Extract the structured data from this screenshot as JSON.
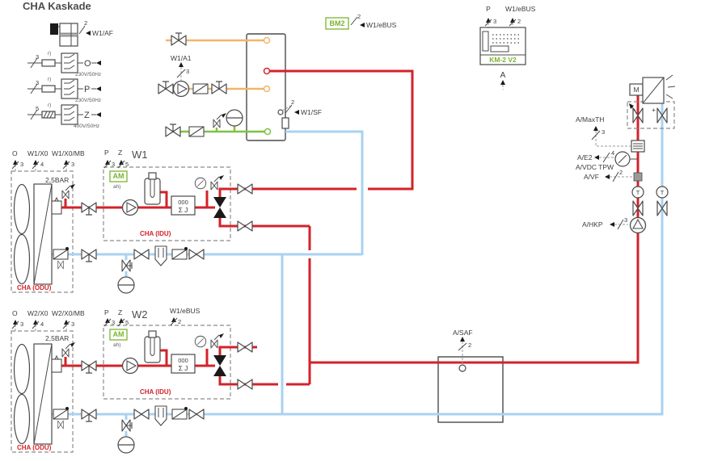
{
  "title": "CHA Kaskade",
  "w1af": {
    "label": "W1/AF",
    "wires": "2"
  },
  "power": [
    {
      "wires": "3",
      "note": "r)",
      "label": "O",
      "voltage": "230V/50Hz"
    },
    {
      "wires": "3",
      "note": "r)",
      "label": "P",
      "voltage": "230V/50Hz"
    },
    {
      "wires": "5",
      "note": "r)",
      "label": "Z",
      "voltage": "400V/50Hz"
    }
  ],
  "bm2": {
    "label": "BM2",
    "wires": "2",
    "bus": "W1/eBUS"
  },
  "km2": {
    "p": "P",
    "p_wires": "3",
    "bus": "W1/eBUS",
    "bus_wires": "2",
    "label": "KM-2 V2",
    "a": "A"
  },
  "dhw": {
    "pump": "W1/A1",
    "pump_wires": "3",
    "sensor": "W1/SF",
    "sensor_wires": "2"
  },
  "w1": {
    "name": "W1",
    "odu": "CHA (ODU)",
    "idu": "CHA (IDU)",
    "pressure": "2,5BAR",
    "port1": "O",
    "port1_wires": "3",
    "port2": "W1/X0",
    "port2_wires": "4",
    "port3": "W1/X0/MB",
    "port3_wires": "3",
    "p": "P",
    "p_wires": "3",
    "z": "Z",
    "z_wires": "5",
    "am": "AM",
    "am_note": "ah)",
    "meter": "000",
    "meter_unit": "Σ J"
  },
  "w2": {
    "name": "W2",
    "odu": "CHA (ODU)",
    "idu": "CHA (IDU)",
    "pressure": "2,5BAR",
    "port1": "O",
    "port1_wires": "3",
    "port2": "W2/X0",
    "port2_wires": "4",
    "port3": "W2/X0/MB",
    "port3_wires": "3",
    "p": "P",
    "p_wires": "3",
    "z": "Z",
    "z_wires": "5",
    "bus": "W1/eBUS",
    "bus_wires": "2",
    "am": "AM",
    "am_note": "ah)",
    "meter": "000",
    "meter_unit": "Σ J"
  },
  "buffer": {
    "label": "A/SAF",
    "wires": "2"
  },
  "circuit": {
    "maxth": "A/MaxTH",
    "maxth_wires": "3",
    "e2": "A/E2",
    "e2_wires": "4",
    "vdc": "A/VDC TPW",
    "vf": "A/VF",
    "vf_wires": "2",
    "hkp": "A/HKP",
    "hkp_wires": "3",
    "thermo": "T",
    "fill": "+",
    "motor": "M"
  },
  "colors": {
    "flow": "#d2232a",
    "return": "#a9d2f1",
    "dhw": "#f3b469",
    "cold": "#7fc241",
    "module": "#79b530"
  }
}
